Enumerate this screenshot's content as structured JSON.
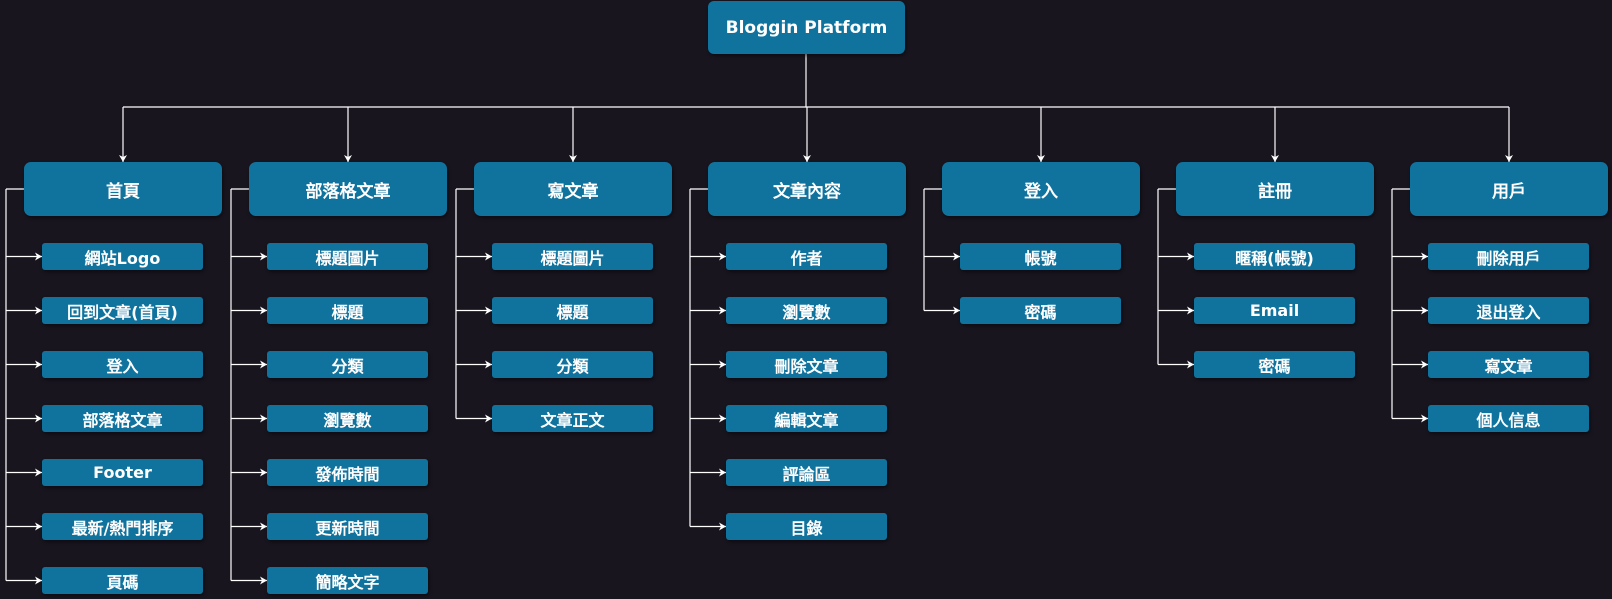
{
  "diagram": {
    "root": {
      "label": "Bloggin Platform"
    },
    "categories": [
      {
        "label": "首頁",
        "items": [
          "網站Logo",
          "回到文章(首頁)",
          "登入",
          "部落格文章",
          "Footer",
          "最新/熱門排序",
          "頁碼"
        ]
      },
      {
        "label": "部落格文章",
        "items": [
          "標題圖片",
          "標題",
          "分類",
          "瀏覽數",
          "發佈時間",
          "更新時間",
          "簡略文字"
        ]
      },
      {
        "label": "寫文章",
        "items": [
          "標題圖片",
          "標題",
          "分類",
          "文章正文"
        ]
      },
      {
        "label": "文章內容",
        "items": [
          "作者",
          "瀏覽數",
          "刪除文章",
          "編輯文章",
          "評論區",
          "目錄"
        ]
      },
      {
        "label": "登入",
        "items": [
          "帳號",
          "密碼"
        ]
      },
      {
        "label": "註冊",
        "items": [
          "暱稱(帳號)",
          "Email",
          "密碼"
        ]
      },
      {
        "label": "用戶",
        "items": [
          "刪除用戶",
          "退出登入",
          "寫文章",
          "個人信息"
        ]
      }
    ]
  },
  "colors": {
    "background": "#18151f",
    "node_fill": "#10739e",
    "node_text": "#ffffff",
    "connector": "#ffffff"
  }
}
